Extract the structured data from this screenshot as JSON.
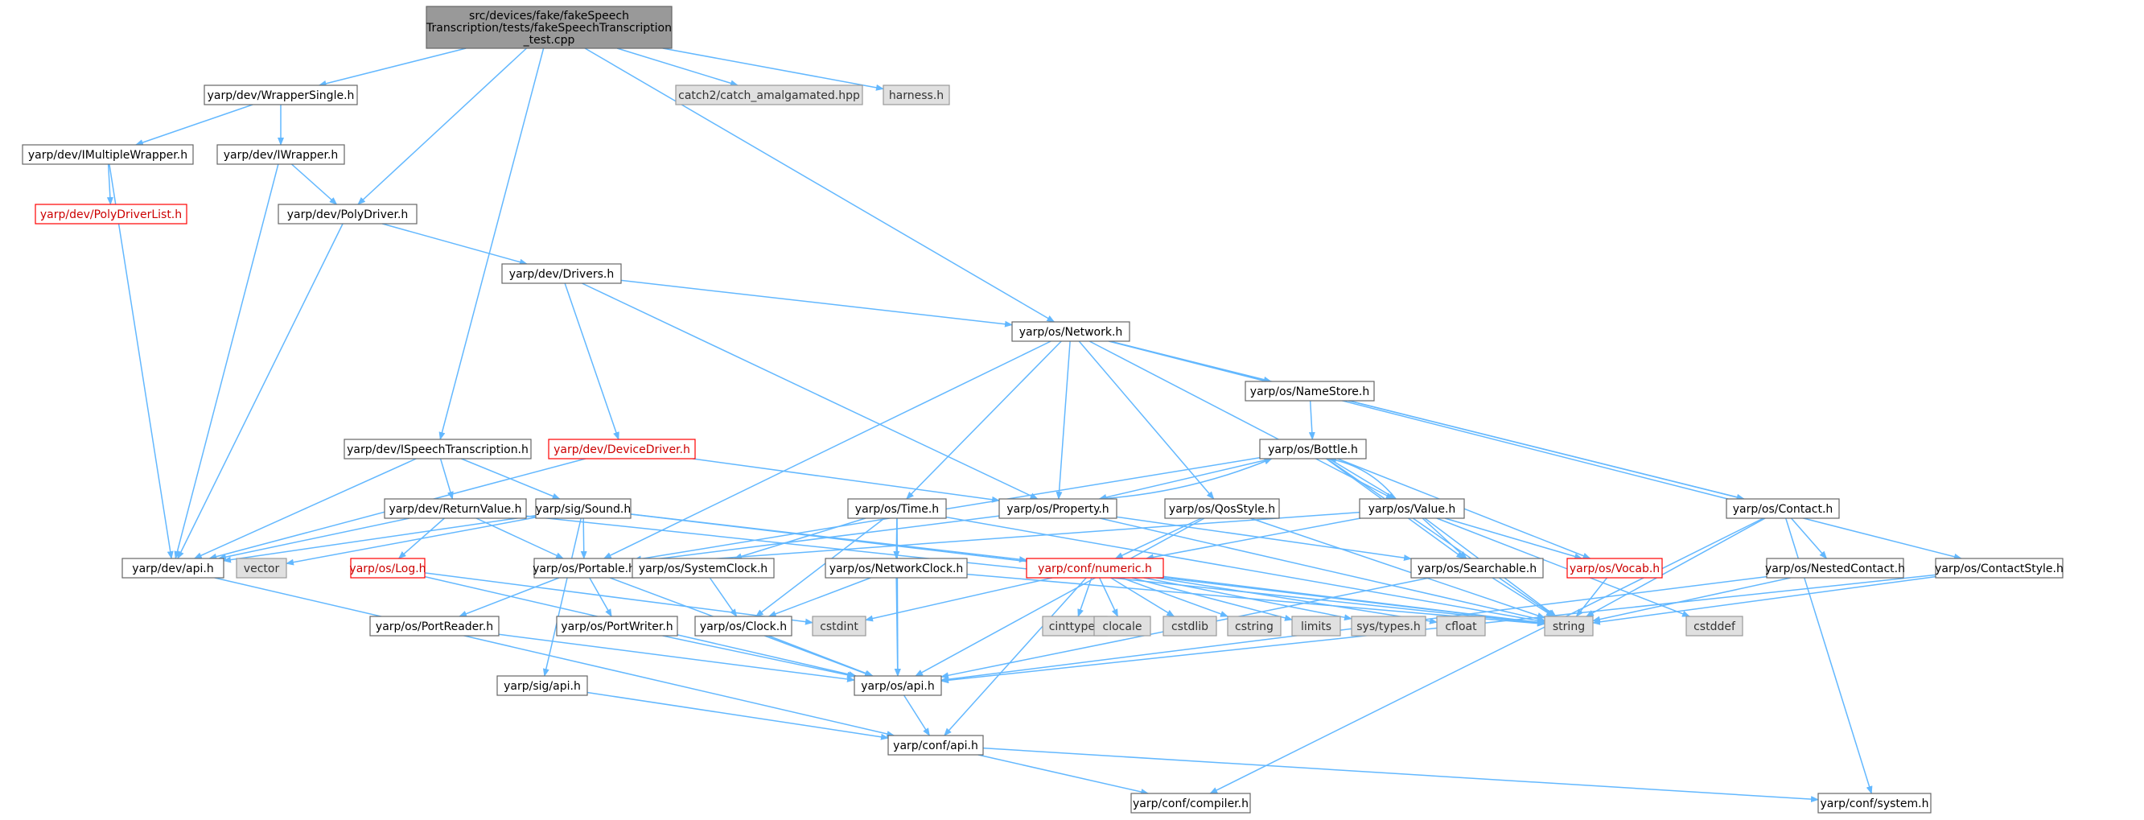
{
  "colors": {
    "edge": "#63b8ff",
    "root_fill": "#999999",
    "node_border": "#666666",
    "external_fill": "#e0e0e0",
    "incomplete_border": "#ff0000"
  },
  "nodes": [
    {
      "id": "root",
      "kind": "root",
      "lines": [
        "src/devices/fake/fakeSpeech",
        "Transcription/tests/fakeSpeechTranscription",
        "_test.cpp"
      ]
    },
    {
      "id": "wrappersingle",
      "kind": "normal",
      "lines": [
        "yarp/dev/WrapperSingle.h"
      ]
    },
    {
      "id": "catch2",
      "kind": "external",
      "lines": [
        "catch2/catch_amalgamated.hpp"
      ]
    },
    {
      "id": "harness",
      "kind": "external",
      "lines": [
        "harness.h"
      ]
    },
    {
      "id": "imultiplewrapper",
      "kind": "normal",
      "lines": [
        "yarp/dev/IMultipleWrapper.h"
      ]
    },
    {
      "id": "iwrapper",
      "kind": "normal",
      "lines": [
        "yarp/dev/IWrapper.h"
      ]
    },
    {
      "id": "polydriverlist",
      "kind": "incomplete",
      "lines": [
        "yarp/dev/PolyDriverList.h"
      ]
    },
    {
      "id": "polydriver",
      "kind": "normal",
      "lines": [
        "yarp/dev/PolyDriver.h"
      ]
    },
    {
      "id": "drivers",
      "kind": "normal",
      "lines": [
        "yarp/dev/Drivers.h"
      ]
    },
    {
      "id": "network",
      "kind": "normal",
      "lines": [
        "yarp/os/Network.h"
      ]
    },
    {
      "id": "namestore",
      "kind": "normal",
      "lines": [
        "yarp/os/NameStore.h"
      ]
    },
    {
      "id": "ispeech",
      "kind": "normal",
      "lines": [
        "yarp/dev/ISpeechTranscription.h"
      ]
    },
    {
      "id": "devicedriver",
      "kind": "incomplete",
      "lines": [
        "yarp/dev/DeviceDriver.h"
      ]
    },
    {
      "id": "bottle",
      "kind": "normal",
      "lines": [
        "yarp/os/Bottle.h"
      ]
    },
    {
      "id": "returnvalue",
      "kind": "normal",
      "lines": [
        "yarp/dev/ReturnValue.h"
      ]
    },
    {
      "id": "sound",
      "kind": "normal",
      "lines": [
        "yarp/sig/Sound.h"
      ]
    },
    {
      "id": "time",
      "kind": "normal",
      "lines": [
        "yarp/os/Time.h"
      ]
    },
    {
      "id": "property",
      "kind": "normal",
      "lines": [
        "yarp/os/Property.h"
      ]
    },
    {
      "id": "qosstyle",
      "kind": "normal",
      "lines": [
        "yarp/os/QosStyle.h"
      ]
    },
    {
      "id": "value",
      "kind": "normal",
      "lines": [
        "yarp/os/Value.h"
      ]
    },
    {
      "id": "contact",
      "kind": "normal",
      "lines": [
        "yarp/os/Contact.h"
      ]
    },
    {
      "id": "devapi",
      "kind": "normal",
      "lines": [
        "yarp/dev/api.h"
      ]
    },
    {
      "id": "vector",
      "kind": "external",
      "lines": [
        "vector"
      ]
    },
    {
      "id": "log",
      "kind": "incomplete",
      "lines": [
        "yarp/os/Log.h"
      ]
    },
    {
      "id": "portable",
      "kind": "normal",
      "lines": [
        "yarp/os/Portable.h"
      ]
    },
    {
      "id": "systemclock",
      "kind": "normal",
      "lines": [
        "yarp/os/SystemClock.h"
      ]
    },
    {
      "id": "networkclock",
      "kind": "normal",
      "lines": [
        "yarp/os/NetworkClock.h"
      ]
    },
    {
      "id": "numeric",
      "kind": "incomplete",
      "lines": [
        "yarp/conf/numeric.h"
      ]
    },
    {
      "id": "searchable",
      "kind": "normal",
      "lines": [
        "yarp/os/Searchable.h"
      ]
    },
    {
      "id": "vocab",
      "kind": "incomplete",
      "lines": [
        "yarp/os/Vocab.h"
      ]
    },
    {
      "id": "nestedcontact",
      "kind": "normal",
      "lines": [
        "yarp/os/NestedContact.h"
      ]
    },
    {
      "id": "contactstyle",
      "kind": "normal",
      "lines": [
        "yarp/os/ContactStyle.h"
      ]
    },
    {
      "id": "cstdint",
      "kind": "external",
      "lines": [
        "cstdint"
      ]
    },
    {
      "id": "portreader",
      "kind": "normal",
      "lines": [
        "yarp/os/PortReader.h"
      ]
    },
    {
      "id": "portwriter",
      "kind": "normal",
      "lines": [
        "yarp/os/PortWriter.h"
      ]
    },
    {
      "id": "clock",
      "kind": "normal",
      "lines": [
        "yarp/os/Clock.h"
      ]
    },
    {
      "id": "cinttypes",
      "kind": "external",
      "lines": [
        "cinttypes"
      ]
    },
    {
      "id": "clocale",
      "kind": "external",
      "lines": [
        "clocale"
      ]
    },
    {
      "id": "cstdlib",
      "kind": "external",
      "lines": [
        "cstdlib"
      ]
    },
    {
      "id": "cstring",
      "kind": "external",
      "lines": [
        "cstring"
      ]
    },
    {
      "id": "limits",
      "kind": "external",
      "lines": [
        "limits"
      ]
    },
    {
      "id": "systypes",
      "kind": "external",
      "lines": [
        "sys/types.h"
      ]
    },
    {
      "id": "cfloat",
      "kind": "external",
      "lines": [
        "cfloat"
      ]
    },
    {
      "id": "string",
      "kind": "external",
      "lines": [
        "string"
      ]
    },
    {
      "id": "cstddef",
      "kind": "external",
      "lines": [
        "cstddef"
      ]
    },
    {
      "id": "sigapi",
      "kind": "normal",
      "lines": [
        "yarp/sig/api.h"
      ]
    },
    {
      "id": "osapi",
      "kind": "normal",
      "lines": [
        "yarp/os/api.h"
      ]
    },
    {
      "id": "confapi",
      "kind": "normal",
      "lines": [
        "yarp/conf/api.h"
      ]
    },
    {
      "id": "compiler",
      "kind": "normal",
      "lines": [
        "yarp/conf/compiler.h"
      ]
    },
    {
      "id": "system",
      "kind": "normal",
      "lines": [
        "yarp/conf/system.h"
      ]
    }
  ],
  "edges": [
    [
      "root",
      "wrappersingle"
    ],
    [
      "root",
      "catch2"
    ],
    [
      "root",
      "harness"
    ],
    [
      "root",
      "polydriver"
    ],
    [
      "root",
      "ispeech"
    ],
    [
      "root",
      "network"
    ],
    [
      "wrappersingle",
      "imultiplewrapper"
    ],
    [
      "wrappersingle",
      "iwrapper"
    ],
    [
      "imultiplewrapper",
      "polydriverlist"
    ],
    [
      "imultiplewrapper",
      "devapi"
    ],
    [
      "iwrapper",
      "polydriver"
    ],
    [
      "iwrapper",
      "devapi"
    ],
    [
      "polydriver",
      "drivers"
    ],
    [
      "polydriver",
      "devapi"
    ],
    [
      "drivers",
      "network"
    ],
    [
      "drivers",
      "devicedriver"
    ],
    [
      "drivers",
      "property"
    ],
    [
      "network",
      "namestore"
    ],
    [
      "network",
      "time"
    ],
    [
      "network",
      "property"
    ],
    [
      "network",
      "qosstyle"
    ],
    [
      "network",
      "value"
    ],
    [
      "network",
      "contact"
    ],
    [
      "network",
      "contactstyle"
    ],
    [
      "network",
      "portable"
    ],
    [
      "namestore",
      "bottle"
    ],
    [
      "namestore",
      "contact"
    ],
    [
      "ispeech",
      "returnvalue"
    ],
    [
      "ispeech",
      "sound"
    ],
    [
      "ispeech",
      "devapi"
    ],
    [
      "devicedriver",
      "property"
    ],
    [
      "devicedriver",
      "devapi"
    ],
    [
      "bottle",
      "property"
    ],
    [
      "bottle",
      "value"
    ],
    [
      "bottle",
      "searchable"
    ],
    [
      "bottle",
      "vocab"
    ],
    [
      "bottle",
      "portable"
    ],
    [
      "bottle",
      "string"
    ],
    [
      "returnvalue",
      "log"
    ],
    [
      "returnvalue",
      "portable"
    ],
    [
      "returnvalue",
      "devapi"
    ],
    [
      "returnvalue",
      "string"
    ],
    [
      "sound",
      "portable"
    ],
    [
      "sound",
      "numeric"
    ],
    [
      "sound",
      "vector"
    ],
    [
      "sound",
      "sigapi"
    ],
    [
      "sound",
      "devapi"
    ],
    [
      "sound",
      "string"
    ],
    [
      "time",
      "systemclock"
    ],
    [
      "time",
      "networkclock"
    ],
    [
      "time",
      "clock"
    ],
    [
      "time",
      "osapi"
    ],
    [
      "time",
      "string"
    ],
    [
      "property",
      "bottle"
    ],
    [
      "property",
      "portable"
    ],
    [
      "property",
      "searchable"
    ],
    [
      "property",
      "string"
    ],
    [
      "qosstyle",
      "numeric"
    ],
    [
      "qosstyle",
      "osapi"
    ],
    [
      "qosstyle",
      "string"
    ],
    [
      "value",
      "bottle"
    ],
    [
      "value",
      "searchable"
    ],
    [
      "value",
      "vocab"
    ],
    [
      "value",
      "numeric"
    ],
    [
      "value",
      "portable"
    ],
    [
      "value",
      "string"
    ],
    [
      "value",
      "cstddef"
    ],
    [
      "contact",
      "nestedcontact"
    ],
    [
      "contact",
      "string"
    ],
    [
      "contact",
      "compiler"
    ],
    [
      "contact",
      "system"
    ],
    [
      "devapi",
      "confapi"
    ],
    [
      "log",
      "cstdint"
    ],
    [
      "log",
      "osapi"
    ],
    [
      "portable",
      "portreader"
    ],
    [
      "portable",
      "portwriter"
    ],
    [
      "portable",
      "osapi"
    ],
    [
      "systemclock",
      "clock"
    ],
    [
      "networkclock",
      "clock"
    ],
    [
      "networkclock",
      "osapi"
    ],
    [
      "networkclock",
      "string"
    ],
    [
      "numeric",
      "cstdint"
    ],
    [
      "numeric",
      "cinttypes"
    ],
    [
      "numeric",
      "clocale"
    ],
    [
      "numeric",
      "cstdlib"
    ],
    [
      "numeric",
      "cstring"
    ],
    [
      "numeric",
      "limits"
    ],
    [
      "numeric",
      "systypes"
    ],
    [
      "numeric",
      "cfloat"
    ],
    [
      "numeric",
      "string"
    ],
    [
      "numeric",
      "confapi"
    ],
    [
      "searchable",
      "string"
    ],
    [
      "searchable",
      "osapi"
    ],
    [
      "vocab",
      "string"
    ],
    [
      "nestedcontact",
      "string"
    ],
    [
      "nestedcontact",
      "osapi"
    ],
    [
      "contactstyle",
      "string"
    ],
    [
      "contactstyle",
      "osapi"
    ],
    [
      "portreader",
      "osapi"
    ],
    [
      "portwriter",
      "osapi"
    ],
    [
      "clock",
      "osapi"
    ],
    [
      "sigapi",
      "confapi"
    ],
    [
      "osapi",
      "confapi"
    ],
    [
      "confapi",
      "compiler"
    ],
    [
      "confapi",
      "system"
    ]
  ]
}
